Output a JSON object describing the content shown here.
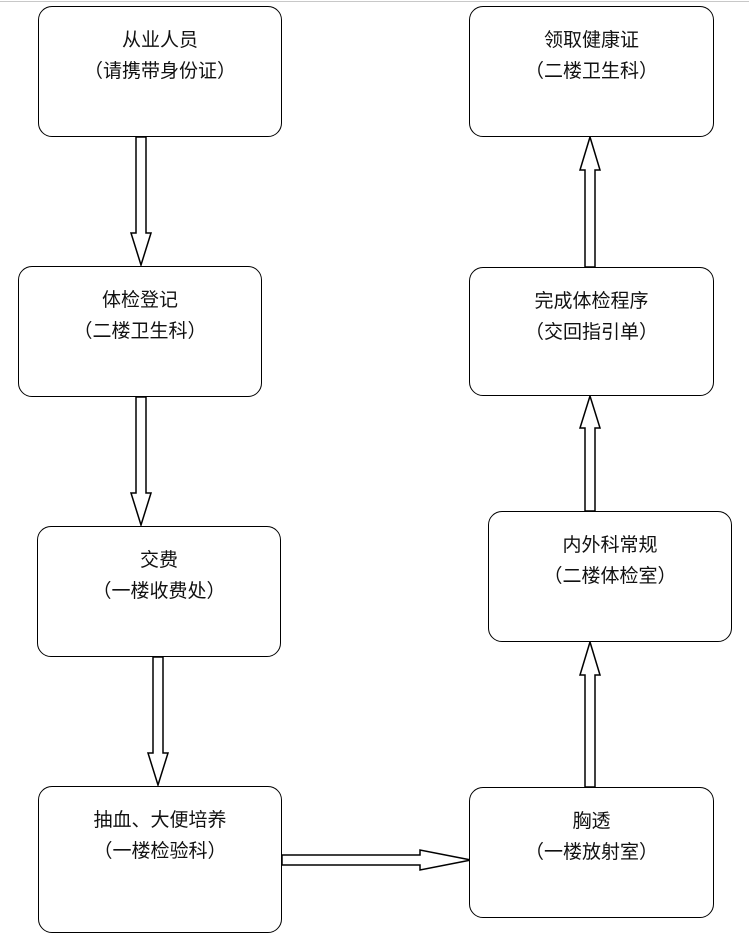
{
  "nodes": [
    {
      "id": "staff",
      "title": "从业人员",
      "subtitle": "（请携带身份证）"
    },
    {
      "id": "register",
      "title": "体检登记",
      "subtitle": "（二楼卫生科）"
    },
    {
      "id": "fee",
      "title": "交费",
      "subtitle": "（一楼收费处）"
    },
    {
      "id": "blood",
      "title": "抽血、大便培养",
      "subtitle": "（一楼检验科）"
    },
    {
      "id": "xray",
      "title": "胸透",
      "subtitle": "（一楼放射室）"
    },
    {
      "id": "exam",
      "title": "内外科常规",
      "subtitle": "（二楼体检室）"
    },
    {
      "id": "complete",
      "title": "完成体检程序",
      "subtitle": "（交回指引单）"
    },
    {
      "id": "cert",
      "title": "领取健康证",
      "subtitle": "（二楼卫生科）"
    }
  ],
  "colors": {
    "stroke": "#000000",
    "background": "#ffffff"
  }
}
